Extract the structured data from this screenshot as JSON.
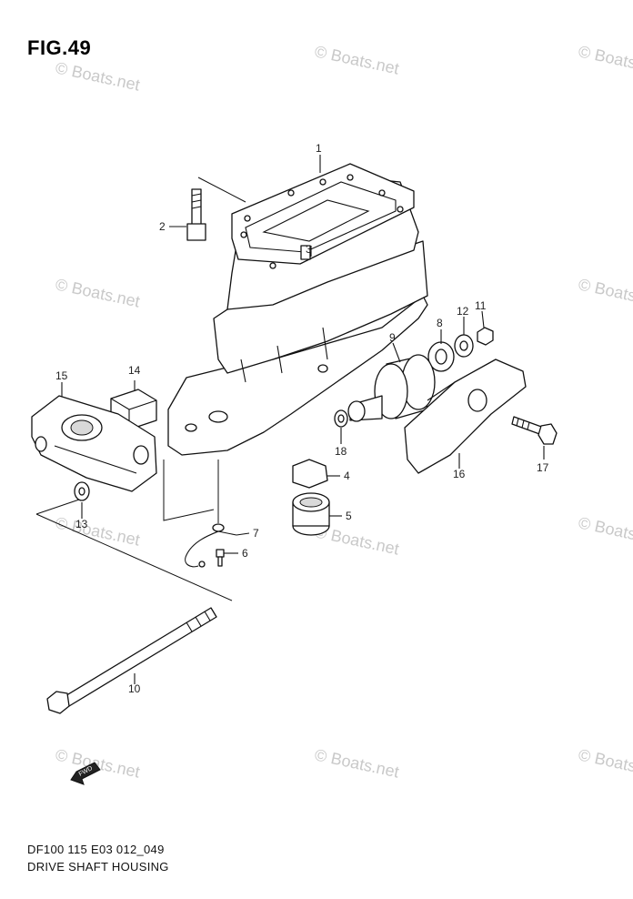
{
  "figure": {
    "title": "FIG.49",
    "model_code": "DF100 115 E03 012_049",
    "caption": "DRIVE SHAFT HOUSING"
  },
  "watermark": "© Boats.net",
  "callouts": [
    "1",
    "2",
    "3",
    "4",
    "5",
    "6",
    "7",
    "8",
    "9",
    "10",
    "11",
    "12",
    "13",
    "14",
    "15",
    "16",
    "17",
    "18"
  ],
  "fwd_arrow_label": "FWD"
}
